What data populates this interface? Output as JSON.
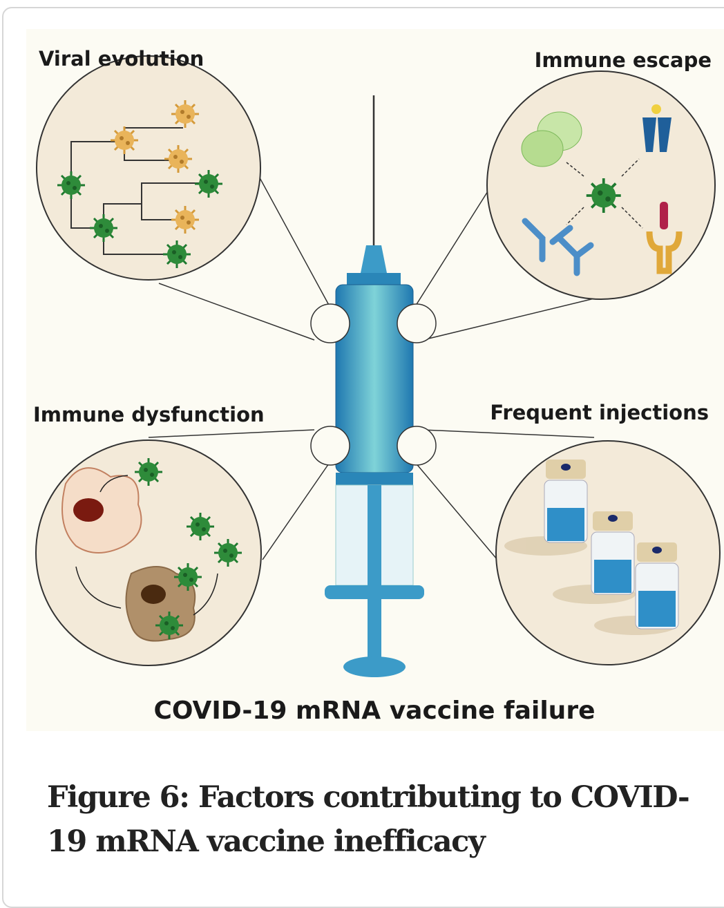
{
  "figure": {
    "labels": {
      "viral_evolution": "Viral evolution",
      "immune_escape": "Immune escape",
      "immune_dysfunction": "Immune dysfunction",
      "frequent_injections": "Frequent injections",
      "main_title": "COVID-19 mRNA vaccine failure"
    },
    "colors": {
      "background": "#fcfbf3",
      "circle_fill": "#f3ead9",
      "virus_green": "#2e8b3a",
      "virus_orange": "#e0a84a",
      "syringe_blue": "#3c9bc8"
    }
  },
  "caption": "Figure 6: Factors contributing to COVID-19 mRNA vaccine inefficacy"
}
